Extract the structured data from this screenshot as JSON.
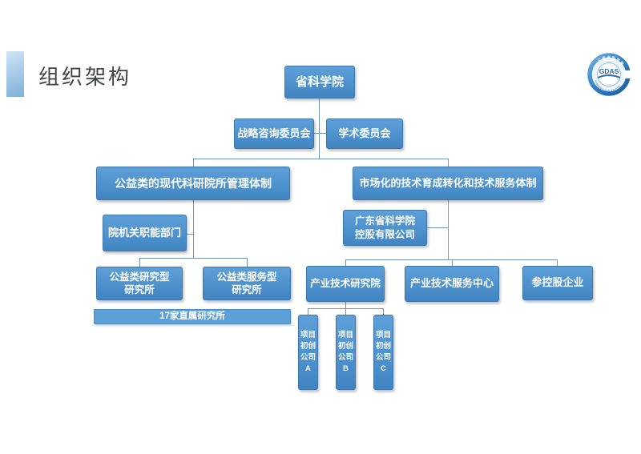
{
  "page": {
    "title": "组织架构"
  },
  "logo": {
    "center_text": "GDAS",
    "arc_top_text": "广东省科学院",
    "arc_bottom_text": "Guangdong Academy of Sciences"
  },
  "colors": {
    "node_fill": "#4d91cd",
    "node_border": "#3e77ab",
    "connector": "#7494b5",
    "accent_bar": "#7fb0da",
    "title_text": "#3f4347"
  },
  "org": {
    "root": {
      "label": "省科学院"
    },
    "strategy_committee": {
      "label": "战略咨询委员会"
    },
    "academic_committee": {
      "label": "学术委员会"
    },
    "public_system": {
      "label": "公益类的现代科研院所管理体制"
    },
    "market_system": {
      "label": "市场化的技术育成转化和技术服务体制"
    },
    "admin_depts": {
      "label": "院机关职能部门"
    },
    "holding_company": {
      "label": "广东省科学院\n控股有限公司"
    },
    "research_institutes": {
      "label": "公益类研究型\n研究所"
    },
    "service_institutes": {
      "label": "公益类服务型\n研究所"
    },
    "direct_institutes": {
      "label": "17家直属研究所"
    },
    "industry_institute": {
      "label": "产业技术研究院"
    },
    "industry_service_center": {
      "label": "产业技术服务中心"
    },
    "equity_enterprises": {
      "label": "参控股企业"
    },
    "startup_a": {
      "label": "项目\n初创\n公司\nA"
    },
    "startup_b": {
      "label": "项目\n初创\n公司\nB"
    },
    "startup_c": {
      "label": "项目\n初创\n公司\nC"
    }
  }
}
